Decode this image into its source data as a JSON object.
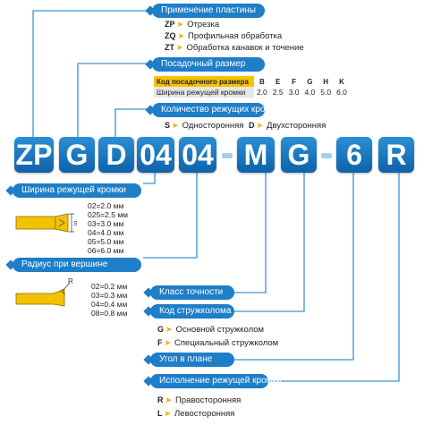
{
  "code": {
    "letters": [
      "ZP",
      "G",
      "D",
      "04",
      "04",
      "M",
      "G",
      "6",
      "R"
    ]
  },
  "application": {
    "title": "Применение пластины",
    "items": [
      {
        "code": "ZP",
        "desc": "Отрезка"
      },
      {
        "code": "ZQ",
        "desc": "Профильная обработка"
      },
      {
        "code": "ZT",
        "desc": "Обработка канавок и точение"
      }
    ]
  },
  "seat": {
    "title": "Посадочный размер",
    "row1_label": "Код посадочного размера",
    "row2_label": "Ширина режущей кромки",
    "codes": [
      "B",
      "E",
      "F",
      "G",
      "H",
      "K"
    ],
    "widths": [
      "2.0",
      "2.5",
      "3.0",
      "4.0",
      "5.0",
      "6.0"
    ]
  },
  "edges": {
    "title": "Количество режущих кромок",
    "items": [
      {
        "code": "S",
        "desc": "Односторонняя"
      },
      {
        "code": "D",
        "desc": "Двухсторонняя"
      }
    ]
  },
  "width": {
    "title": "Ширина режущей кромки",
    "label": "S",
    "sizes": [
      "02=2.0 мм",
      "025=2.5 мм",
      "03=3.0 мм",
      "04=4.0 мм",
      "05=5.0 мм",
      "06=6.0 мм"
    ]
  },
  "radius": {
    "title": "Радиус при вершине",
    "label": "R",
    "sizes": [
      "02=0.2 мм",
      "03=0.3 мм",
      "04=0.4 мм",
      "08=0.8 мм"
    ]
  },
  "tolerance": {
    "title": "Класс точности"
  },
  "breaker": {
    "title": "Код стружколома",
    "items": [
      {
        "code": "G",
        "desc": "Основной стружколом"
      },
      {
        "code": "F",
        "desc": "Специальный стружколом"
      }
    ]
  },
  "angle": {
    "title": "Угол в плане"
  },
  "hand": {
    "title": "Исполнение режущей кромки",
    "items": [
      {
        "code": "R",
        "desc": "Правосторонняя"
      },
      {
        "code": "L",
        "desc": "Левосторонняя"
      }
    ]
  },
  "colors": {
    "accent": "#1e7ec8",
    "arrow": "#f2a900",
    "highlight": "#f7c300",
    "insert": "#f2c200"
  }
}
